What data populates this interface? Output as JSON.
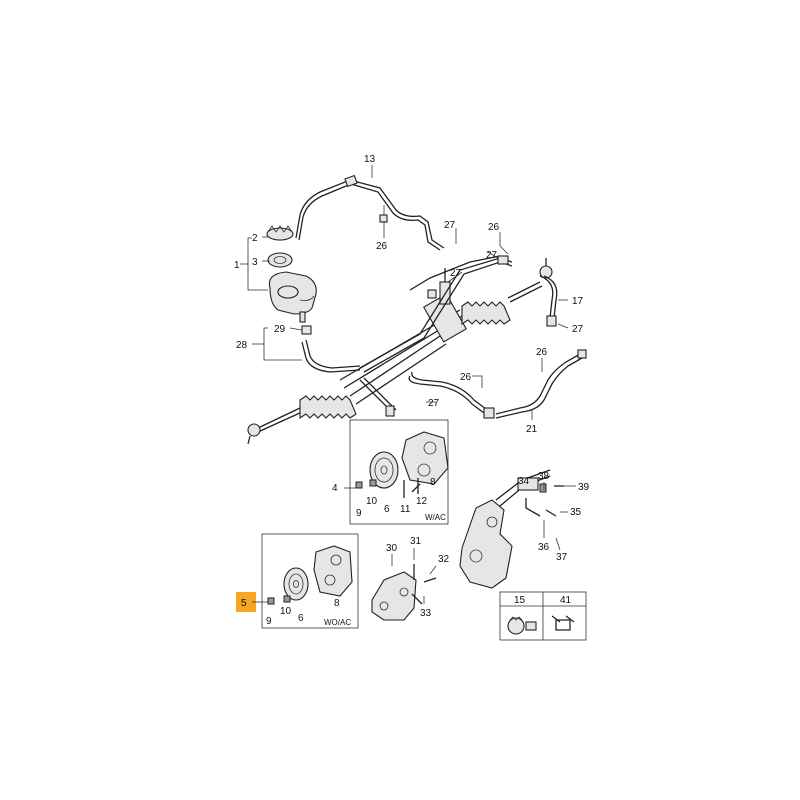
{
  "callouts": {
    "c1": "1",
    "c2": "2",
    "c3": "3",
    "c4": "4",
    "c5": "5",
    "c6a": "6",
    "c6b": "6",
    "c8a": "8",
    "c8b": "8",
    "c9a": "9",
    "c9b": "9",
    "c10a": "10",
    "c10b": "10",
    "c11": "11",
    "c12": "12",
    "c13": "13",
    "c15": "15",
    "c17": "17",
    "c21": "21",
    "c26a": "26",
    "c26b": "26",
    "c26c": "26",
    "c26d": "26",
    "c27a": "27",
    "c27b": "27",
    "c27c": "27",
    "c27d": "27",
    "c27e": "27",
    "c28": "28",
    "c29": "29",
    "c30": "30",
    "c31": "31",
    "c32": "32",
    "c33": "33",
    "c34": "34",
    "c35": "35",
    "c36": "36",
    "c37": "37",
    "c38": "38",
    "c39": "39",
    "c41": "41"
  },
  "variants": {
    "with_ac": "W/AC",
    "without_ac": "WO/AC"
  },
  "highlight": {
    "color": "#f5a623",
    "label": "5"
  },
  "colors": {
    "line": "#222222",
    "background": "#ffffff"
  }
}
